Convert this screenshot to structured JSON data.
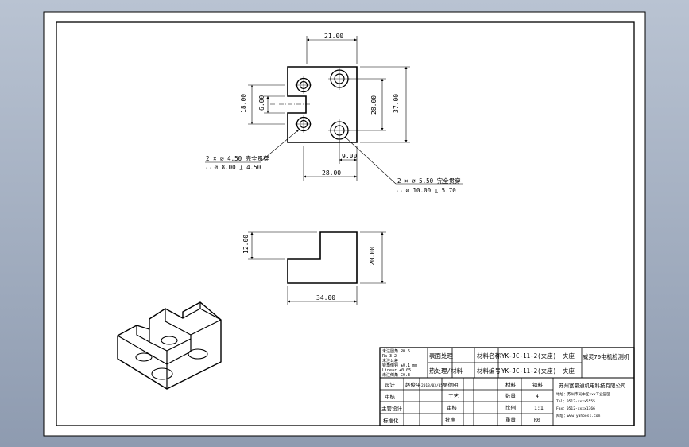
{
  "dimensions": {
    "top_width": "21.00",
    "top_height_outer": "37.00",
    "top_height_holes": "28.00",
    "slot_outer": "18.00",
    "slot_inner": "6.00",
    "bottom_width": "28.00",
    "hole_offset": "9.00",
    "front_step": "12.00",
    "front_height": "20.00",
    "front_width": "34.00"
  },
  "callouts": {
    "small_hole_line1": "2 × ⌀ 4.50 完全贯穿",
    "small_hole_line2": "⌴ ⌀ 8.00 ⍊ 4.50",
    "large_hole_line1": "2 × ⌀ 5.50 完全贯穿",
    "large_hole_line2": "⌴ ⌀ 10.00 ⍊ 5.70"
  },
  "title_block": {
    "notes": [
      "未注圆角 R0.5",
      "Ra 3.2",
      "未注公差",
      "锐角倒钝 ±0.1 mm",
      "Linear ±0.05",
      "未注倒角 C0.3"
    ],
    "surface_label": "表面处理",
    "heat_label": "热处理/材料",
    "material_label": "材料名称",
    "drawing_no_label": "材料编号",
    "part_no": "YK-JC-11-2(夹座)",
    "part_no_2": "YK-JC-11-2(夹座)",
    "part_name": "夹座",
    "part_name_2": "夹座",
    "project_name": "威灵70电机检测机",
    "rows": [
      {
        "a": "设计",
        "b": "赵俊平",
        "c": "2013/03/05",
        "d": "吴德明"
      },
      {
        "a": "审核",
        "b": "",
        "c": "",
        "d": "工艺"
      },
      {
        "a": "主管设计",
        "b": "",
        "c": "",
        "d": "审核"
      },
      {
        "a": "标准化",
        "b": "",
        "c": "",
        "d": "批准"
      }
    ],
    "right_labels": [
      "材料",
      "数量",
      "比例",
      "重量"
    ],
    "right_values": [
      "钢料",
      "4",
      "1:1",
      "R0"
    ],
    "company_name": "苏州富豪通机电科技有限公司",
    "company_addr": "地址：苏州市吴中区xxx工业园区",
    "company_tel": "Tel：0512-xxxx5555",
    "company_fax": "Fax：0512-xxxx1366",
    "company_web": "网址：www.yahooss.com"
  }
}
